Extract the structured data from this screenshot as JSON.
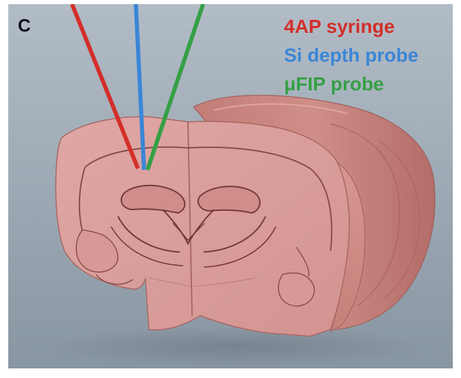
{
  "panel": {
    "letter": "C"
  },
  "legend": {
    "items": [
      {
        "label": "4AP syringe",
        "color": "#d32f2a"
      },
      {
        "label": "Si depth probe",
        "color": "#3a86d6"
      },
      {
        "label": "μFIP probe",
        "color": "#35a045"
      }
    ]
  },
  "colors": {
    "background_top": "#aab4bf",
    "background_bottom": "#8d9aa6",
    "tissue": "#d99a98",
    "tissue_shadow": "#b9706b",
    "tissue_outline": "#6e3b3c",
    "syringe": "#d32f2a",
    "si_probe": "#3a86d6",
    "ufip_probe": "#35a045"
  }
}
